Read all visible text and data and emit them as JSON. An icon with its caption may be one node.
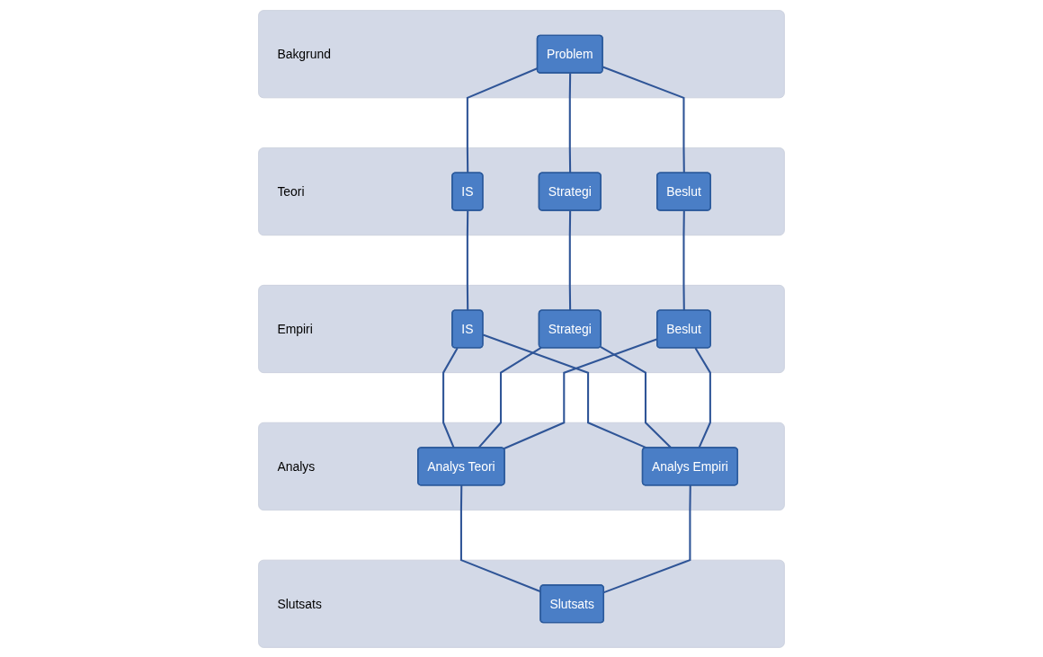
{
  "diagram": {
    "nodes": [
      {
        "text": [
          "Bakgrund"
        ]
      },
      {
        "text": [
          "Problem"
        ],
        "in": 0
      },
      {
        "text": [
          "Teori"
        ]
      },
      {
        "text": [
          "IS"
        ],
        "in": 2
      },
      {
        "text": [
          "Strategi"
        ],
        "in": 2
      },
      {
        "text": [
          "Beslut"
        ],
        "in": 2
      },
      {
        "text": [
          "Empiri"
        ]
      },
      {
        "text": [
          "IS"
        ],
        "in": 6
      },
      {
        "text": [
          "Strategi"
        ],
        "in": 6
      },
      {
        "text": [
          "Beslut"
        ],
        "in": 6
      },
      {
        "text": [
          "Analys"
        ]
      },
      {
        "text": [
          "Analys Teori"
        ],
        "in": 10
      },
      {
        "text": [
          "Analys Empiri"
        ],
        "in": 10
      },
      {
        "text": [
          "Slutsats"
        ]
      },
      {
        "text": [
          "Slutsats"
        ],
        "in": 13
      }
    ],
    "edges": [
      {
        "from": 1,
        "to": 3,
        "arrow": "none"
      },
      {
        "from": 1,
        "to": 4,
        "arrow": "none"
      },
      {
        "from": 1,
        "to": 5,
        "arrow": "none"
      },
      {
        "from": 3,
        "to": 7,
        "arrow": "none"
      },
      {
        "from": 4,
        "to": 8,
        "arrow": "none"
      },
      {
        "from": 5,
        "to": 9,
        "arrow": "none"
      },
      {
        "from": 7,
        "to": 11,
        "arrow": "none"
      },
      {
        "from": 7,
        "to": 12,
        "arrow": "none"
      },
      {
        "from": 8,
        "to": 11,
        "arrow": "none"
      },
      {
        "from": 8,
        "to": 12,
        "arrow": "none"
      },
      {
        "from": 9,
        "to": 11,
        "arrow": "none"
      },
      {
        "from": 9,
        "to": 12,
        "arrow": "none"
      },
      {
        "from": 11,
        "to": 14,
        "arrow": "none"
      },
      {
        "from": 12,
        "to": 14,
        "arrow": "none"
      }
    ]
  }
}
